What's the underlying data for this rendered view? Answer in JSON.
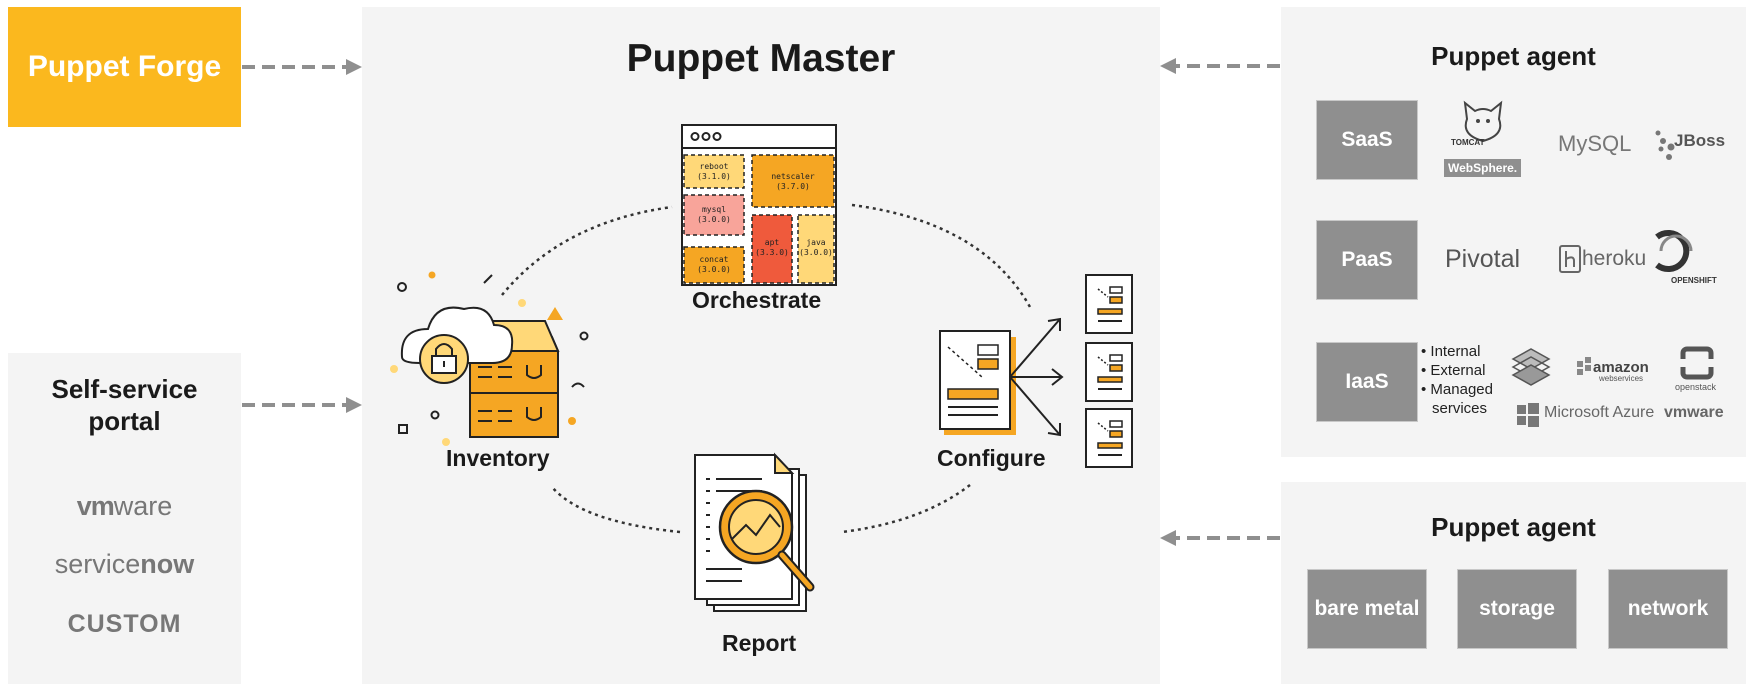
{
  "forge": {
    "label": "Puppet Forge"
  },
  "portal": {
    "title_line1": "Self-service",
    "title_line2": "portal",
    "vmware_bold": "vm",
    "vmware_rest": "ware",
    "servicenow_light": "service",
    "servicenow_bold": "now",
    "custom": "CUSTOM"
  },
  "master": {
    "title": "Puppet Master",
    "orchestrate": "Orchestrate",
    "inventory": "Inventory",
    "configure": "Configure",
    "report": "Report",
    "modules": [
      {
        "name": "reboot",
        "version": "(3.1.0)"
      },
      {
        "name": "netscaler",
        "version": "(3.7.0)"
      },
      {
        "name": "mysql",
        "version": "(3.0.0)"
      },
      {
        "name": "apt",
        "version": "(3.3.0)"
      },
      {
        "name": "java",
        "version": "(3.0.0)"
      },
      {
        "name": "concat",
        "version": "(3.0.0)"
      }
    ]
  },
  "agent_top": {
    "title": "Puppet agent",
    "saas": "SaaS",
    "paas": "PaaS",
    "iaas": "IaaS",
    "saas_vendors": [
      "TOMCAT",
      "WebSphere.",
      "MySQL",
      "JBoss"
    ],
    "paas_vendors": [
      "Pivotal",
      "heroku",
      "OPENSHIFT"
    ],
    "iaas_items": [
      "Internal",
      "External",
      "Managed",
      "services"
    ],
    "iaas_vendors": [
      "amazon",
      "webservices",
      "openstack",
      "Microsoft Azure",
      "vmware"
    ]
  },
  "agent_bottom": {
    "title": "Puppet agent",
    "bare_metal": "bare metal",
    "storage": "storage",
    "network": "network"
  },
  "colors": {
    "orange": "#fbb81e",
    "dark_orange": "#f39c12",
    "gray_box": "#8f8f8f",
    "panel": "#f4f4f4"
  }
}
